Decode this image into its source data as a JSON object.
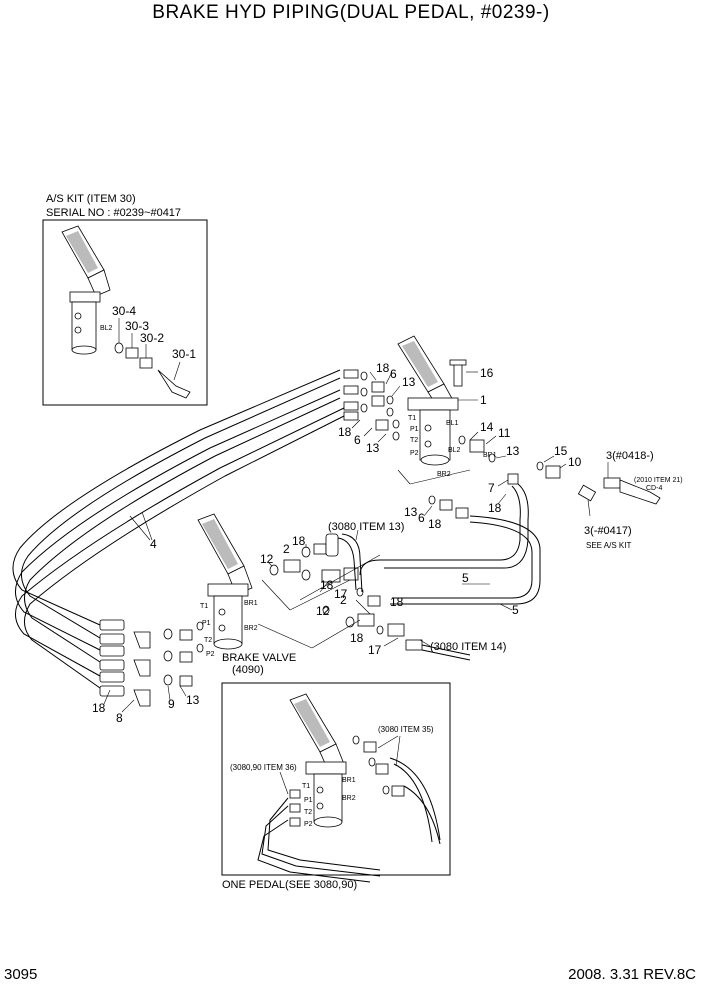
{
  "title": "BRAKE HYD PIPING(DUAL PEDAL, #0239-)",
  "footer": {
    "page": "3095",
    "date_rev": "2008. 3.31  REV.8C"
  },
  "as_kit": {
    "line1": "A/S KIT (ITEM 30)",
    "line2": "SERIAL NO : #0239~#0417"
  },
  "brake_valve": {
    "line1": "BRAKE VALVE",
    "line2": "(4090)"
  },
  "one_pedal": "ONE PEDAL(SEE 3080,90)",
  "refs": {
    "item13": "(3080 ITEM 13)",
    "item14": "(3080 ITEM 14)",
    "item35": "(3080 ITEM 35)",
    "item36": "(3080,90 ITEM 36)",
    "item21": "(2010 ITEM 21)",
    "cd4": "CD-4",
    "s0418": "3(#0418-)",
    "s0417": "3(-#0417)",
    "see_as_kit": "SEE A/S KIT"
  },
  "ports": {
    "bl1": "BL1",
    "bl2": "BL2",
    "br1": "BR1",
    "br2": "BR2",
    "t1": "T1",
    "t2": "T2",
    "p1": "P1",
    "p2": "P2"
  },
  "part_numbers": {
    "n1": "1",
    "n2": "2",
    "n4": "4",
    "n5": "5",
    "n6": "6",
    "n7": "7",
    "n8": "8",
    "n9": "9",
    "n10": "10",
    "n11": "11",
    "n12": "12",
    "n13": "13",
    "n14": "14",
    "n15": "15",
    "n16": "16",
    "n17": "17",
    "n18": "18",
    "n30_1": "30-1",
    "n30_2": "30-2",
    "n30_3": "30-3",
    "n30_4": "30-4"
  }
}
